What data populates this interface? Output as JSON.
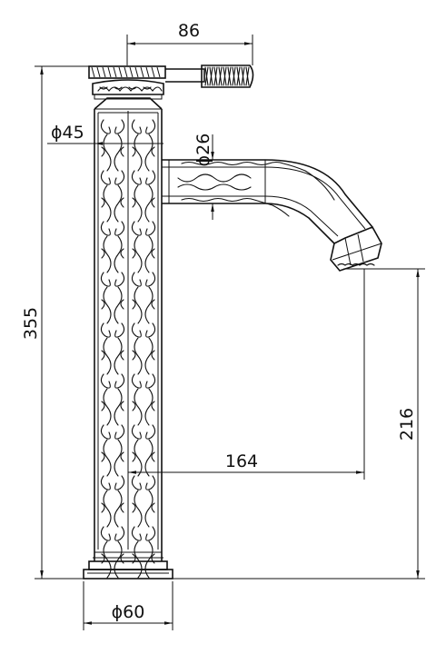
{
  "dimensions": {
    "handle_length": "86",
    "body_diameter": "ϕ45",
    "spout_diameter": "ϕ26",
    "total_height": "355",
    "spout_height": "216",
    "spout_reach": "164",
    "base_diameter": "ϕ60"
  },
  "colors": {
    "line": "#111111",
    "background": "#ffffff"
  }
}
